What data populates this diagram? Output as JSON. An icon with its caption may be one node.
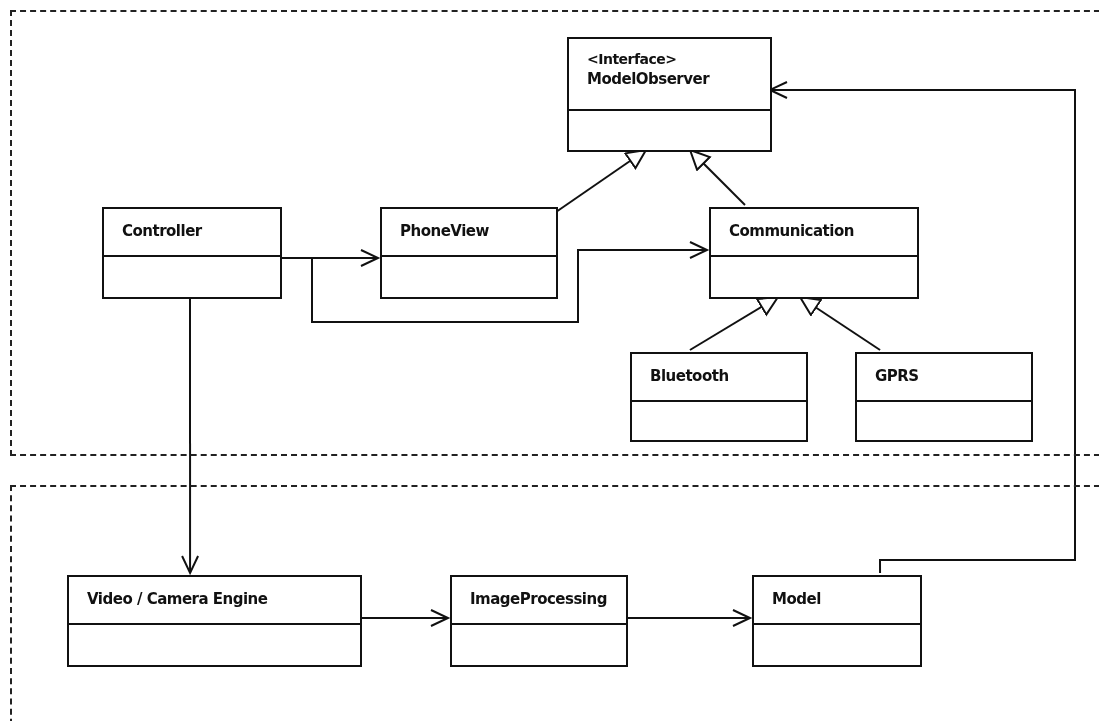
{
  "diagram": {
    "nodes": [
      {
        "text": [],
        "shape": "box"
      },
      {
        "text": [
          "<Interface>",
          "ModelObserver"
        ],
        "in": 0
      },
      {
        "text": [
          "Controller"
        ],
        "in": 0
      },
      {
        "text": [
          "PhoneView"
        ],
        "in": 0
      },
      {
        "text": [
          "Communication"
        ],
        "in": 0
      },
      {
        "text": [
          "Bluetooth"
        ],
        "in": 0
      },
      {
        "text": [
          "GPRS"
        ],
        "in": 0
      },
      {
        "text": [],
        "shape": "box"
      },
      {
        "text": [
          "Video / Camera Engine"
        ],
        "in": 7
      },
      {
        "text": [
          "ImageProcessing"
        ],
        "in": 7
      },
      {
        "text": [
          "Model"
        ],
        "in": 7
      }
    ],
    "edges": [
      {
        "from": 3,
        "to": 1,
        "arrow": "to"
      },
      {
        "from": 4,
        "to": 1,
        "arrow": "to"
      },
      {
        "from": 5,
        "to": 4,
        "arrow": "to"
      },
      {
        "from": 6,
        "to": 4,
        "arrow": "to"
      },
      {
        "from": 2,
        "to": 3,
        "arrow": "to"
      },
      {
        "from": 2,
        "to": 4,
        "arrow": "to"
      },
      {
        "from": 2,
        "to": 8,
        "arrow": "to"
      },
      {
        "from": 8,
        "to": 9,
        "arrow": "to"
      },
      {
        "from": 9,
        "to": 10,
        "arrow": "to"
      },
      {
        "from": 10,
        "to": 1,
        "arrow": "to"
      }
    ]
  }
}
